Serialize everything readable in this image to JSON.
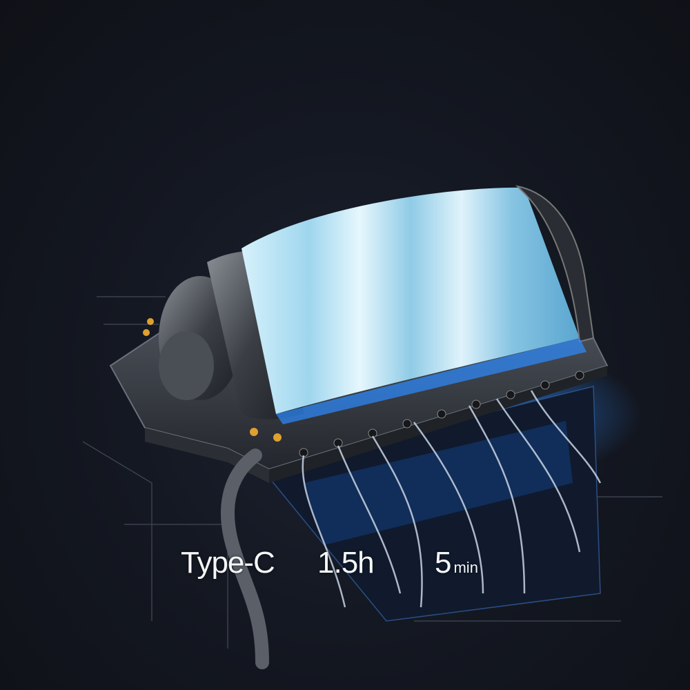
{
  "specs": {
    "port": "Type-C",
    "charge_time": "1.5h",
    "fast_charge_value": "5",
    "fast_charge_unit": "min"
  },
  "colors": {
    "background": "#12151c",
    "glow": "#2e8cff",
    "battery_light": "#bfe8f8",
    "accent_dots": "#e0a030"
  }
}
